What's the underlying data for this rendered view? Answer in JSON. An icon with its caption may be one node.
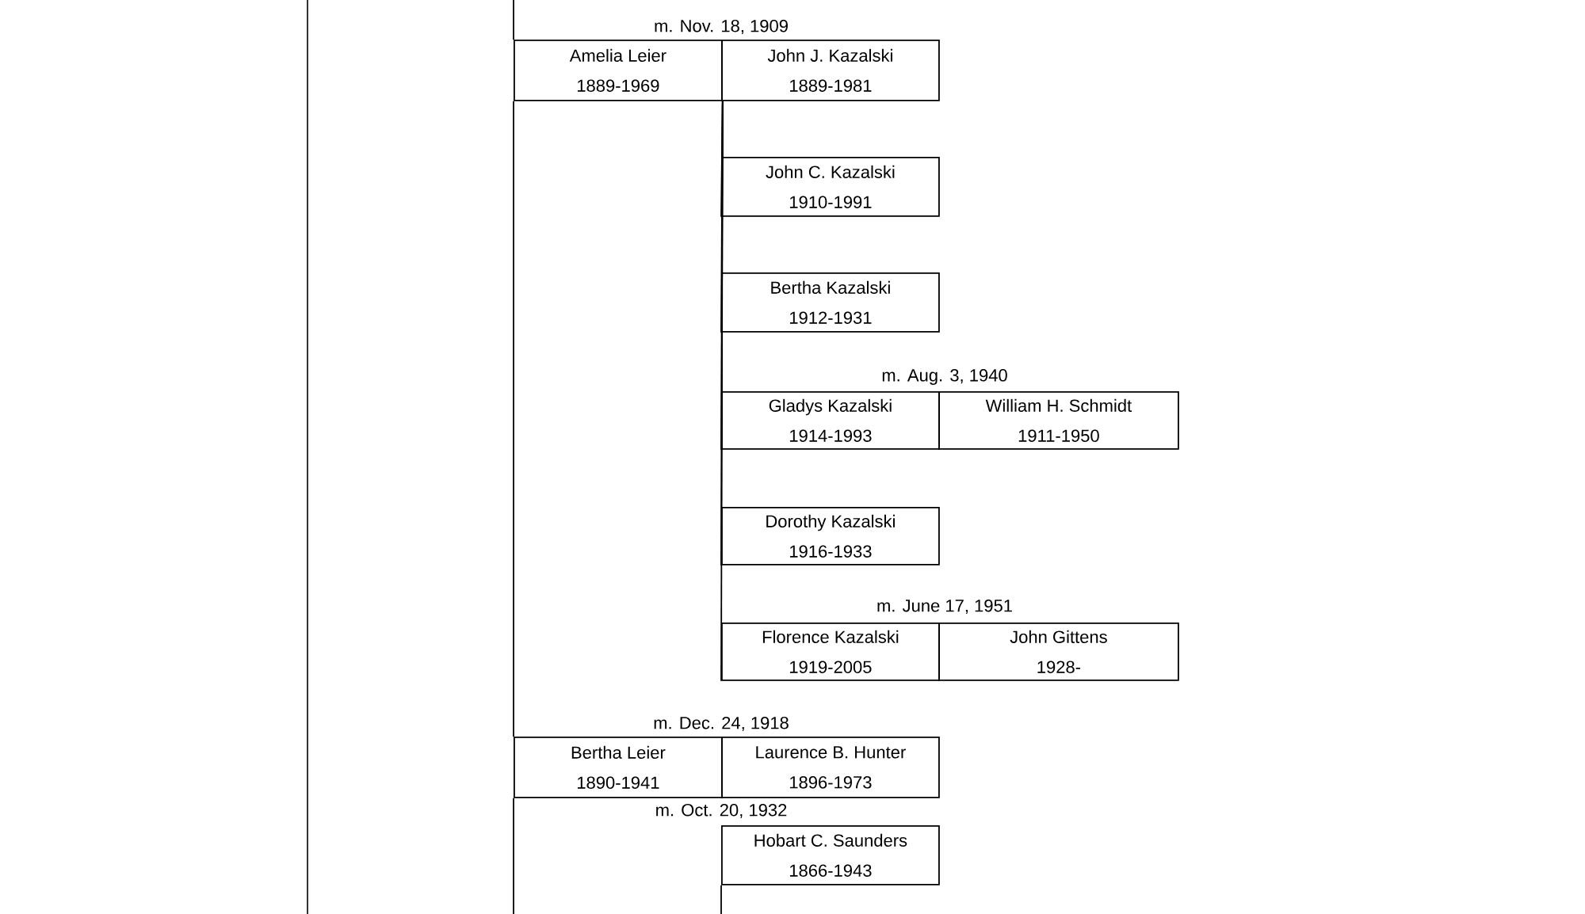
{
  "diagram": {
    "nodes": [
      {
        "text": [
          "Amelia Leier",
          "1889-1969"
        ],
        "beside": [
          "m. Nov. 18, 1909"
        ]
      },
      {
        "text": [
          "John J. Kazalski",
          "1889-1981"
        ]
      },
      {
        "text": [
          "John C. Kazalski",
          "1910-1991"
        ]
      },
      {
        "text": [
          "Bertha Kazalski",
          "1912-1931"
        ]
      },
      {
        "text": [
          "Gladys Kazalski",
          "1914-1993"
        ],
        "beside": [
          "m. Aug. 3, 1940"
        ]
      },
      {
        "text": [
          "William H. Schmidt",
          "1911-1950"
        ]
      },
      {
        "text": [
          "Dorothy Kazalski",
          "1916-1933"
        ]
      },
      {
        "text": [
          "Florence Kazalski",
          "1919-2005"
        ],
        "beside": [
          "m. June 17, 1951"
        ]
      },
      {
        "text": [
          "John Gittens",
          "1928-"
        ]
      },
      {
        "text": [
          "Bertha Leier",
          "1890-1941"
        ],
        "beside": [
          "m. Dec. 24, 1918"
        ]
      },
      {
        "text": [
          "Laurence B. Hunter",
          "1896-1973"
        ]
      },
      {
        "text": [
          "Hobart C. Saunders",
          "1866-1943"
        ],
        "beside": [
          "m. Oct. 20, 1932"
        ]
      }
    ],
    "edges": [
      {
        "from": 0,
        "to": 2,
        "arrow": "none"
      },
      {
        "from": 0,
        "to": 3,
        "arrow": "none"
      },
      {
        "from": 0,
        "to": 4,
        "arrow": "none"
      },
      {
        "from": 0,
        "to": 6,
        "arrow": "none"
      },
      {
        "from": 0,
        "to": 7,
        "arrow": "none"
      },
      {
        "from": null,
        "to": 0,
        "arrow": "none"
      },
      {
        "from": 0,
        "to": 9,
        "arrow": "none"
      },
      {
        "from": 9,
        "to": null,
        "arrow": "none"
      },
      {
        "from": 11,
        "to": null,
        "arrow": "none"
      }
    ]
  }
}
